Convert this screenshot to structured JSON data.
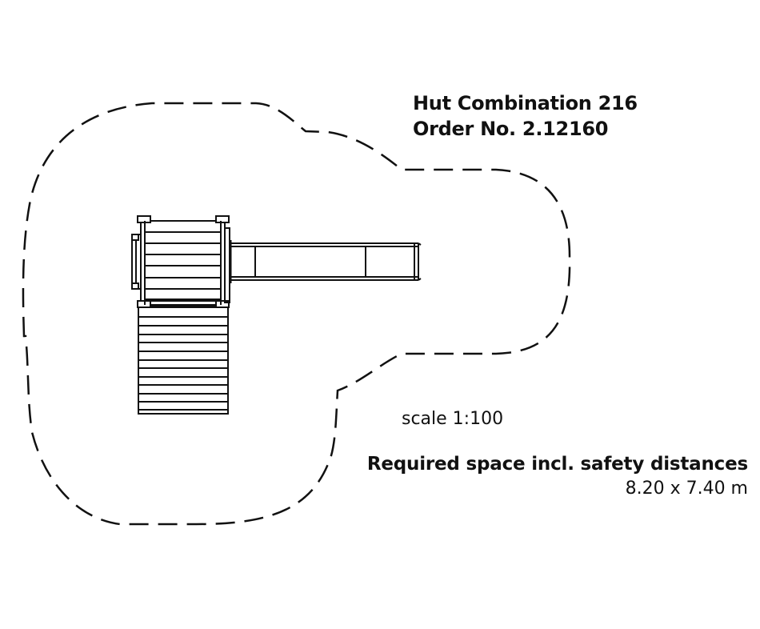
{
  "product": {
    "name": "Hut Combination 216",
    "order_no": "Order No. 2.12160"
  },
  "scale": {
    "label": "scale 1:100"
  },
  "required_space": {
    "label": "Required space incl. safety distances",
    "value": "8.20 x 7.40 m"
  },
  "drawing": {
    "elements": [
      "safety-zone-outline",
      "hut-platform",
      "slide",
      "stairs"
    ],
    "line_color": "#111111",
    "background": "#ffffff"
  }
}
